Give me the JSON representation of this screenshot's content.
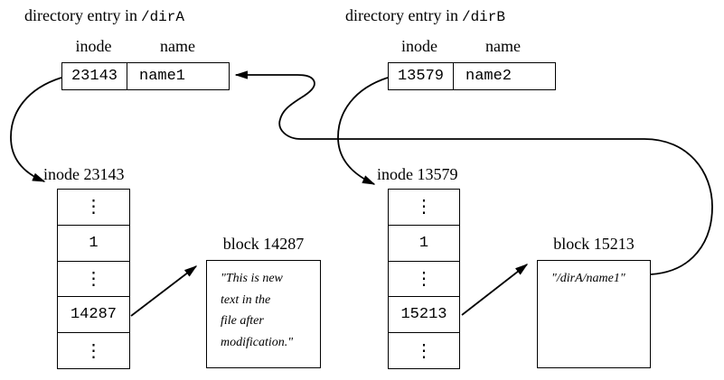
{
  "dir_a": {
    "title_prefix": "directory entry in",
    "title_path": "/dirA",
    "header_inode": "inode",
    "header_name": "name",
    "inode": "23143",
    "name": "name1"
  },
  "dir_b": {
    "title_prefix": "directory entry in",
    "title_path": "/dirB",
    "header_inode": "inode",
    "header_name": "name",
    "inode": "13579",
    "name": "name2"
  },
  "inode_a": {
    "label": "inode 23143",
    "rows": [
      "⋮",
      "1",
      "⋮",
      "14287",
      "⋮"
    ]
  },
  "inode_b": {
    "label": "inode 13579",
    "rows": [
      "⋮",
      "1",
      "⋮",
      "15213",
      "⋮"
    ]
  },
  "block_a": {
    "label": "block 14287",
    "lines": [
      "\"This is new",
      "text in the",
      "file after",
      "modification.\""
    ]
  },
  "block_b": {
    "label": "block 15213",
    "lines": [
      "\"/dirA/name1\""
    ]
  },
  "colors": {
    "line": "#000000",
    "background": "#ffffff"
  }
}
